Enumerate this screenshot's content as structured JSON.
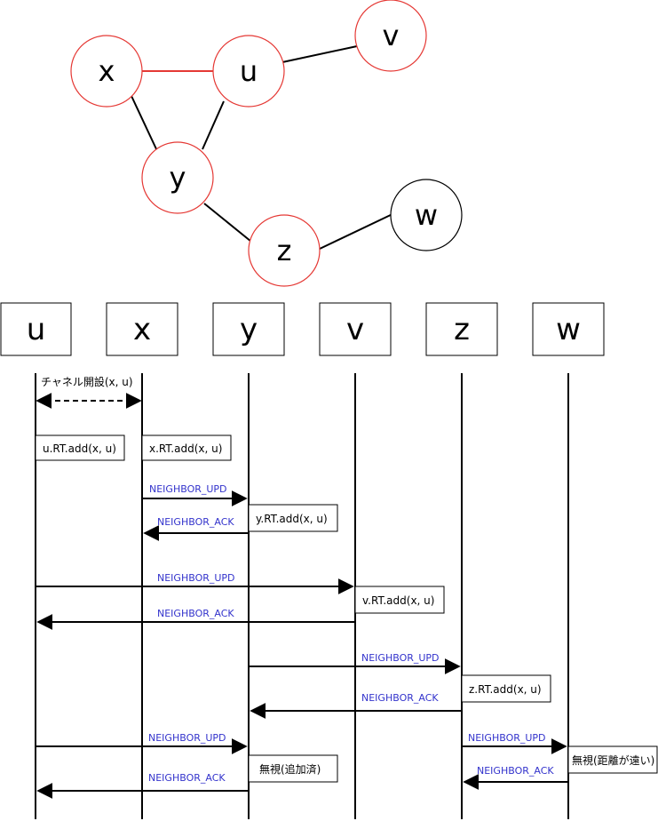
{
  "graph": {
    "nodes": [
      {
        "id": "x",
        "label": "x",
        "highlighted": true
      },
      {
        "id": "u",
        "label": "u",
        "highlighted": true
      },
      {
        "id": "v",
        "label": "v",
        "highlighted": true
      },
      {
        "id": "y",
        "label": "y",
        "highlighted": true
      },
      {
        "id": "z",
        "label": "z",
        "highlighted": true
      },
      {
        "id": "w",
        "label": "w",
        "highlighted": false
      }
    ],
    "edges": [
      {
        "from": "x",
        "to": "u",
        "new_channel": true
      },
      {
        "from": "u",
        "to": "v",
        "new_channel": false
      },
      {
        "from": "x",
        "to": "y",
        "new_channel": false
      },
      {
        "from": "u",
        "to": "y",
        "new_channel": false
      },
      {
        "from": "y",
        "to": "z",
        "new_channel": false
      },
      {
        "from": "z",
        "to": "w",
        "new_channel": false
      }
    ]
  },
  "lanes": [
    "u",
    "x",
    "y",
    "v",
    "z",
    "w"
  ],
  "channel_open": {
    "label": "チャネル開設(x, u)",
    "between": [
      "u",
      "x"
    ]
  },
  "notes": [
    {
      "lane": "u",
      "text": "u.RT.add(x, u)"
    },
    {
      "lane": "x",
      "text": "x.RT.add(x, u)"
    },
    {
      "lane": "y",
      "text": "y.RT.add(x, u)"
    },
    {
      "lane": "v",
      "text": "v.RT.add(x, u)"
    },
    {
      "lane": "z",
      "text": "z.RT.add(x, u)"
    },
    {
      "lane": "y",
      "text": "無視(追加済)"
    },
    {
      "lane": "w",
      "text": "無視(距離が遠い)"
    }
  ],
  "messages": [
    {
      "from": "x",
      "to": "y",
      "label": "NEIGHBOR_UPD"
    },
    {
      "from": "y",
      "to": "x",
      "label": "NEIGHBOR_ACK"
    },
    {
      "from": "u",
      "to": "v",
      "label": "NEIGHBOR_UPD"
    },
    {
      "from": "v",
      "to": "u",
      "label": "NEIGHBOR_ACK"
    },
    {
      "from": "y",
      "to": "z",
      "label": "NEIGHBOR_UPD"
    },
    {
      "from": "z",
      "to": "y",
      "label": "NEIGHBOR_ACK"
    },
    {
      "from": "u",
      "to": "y",
      "label": "NEIGHBOR_UPD"
    },
    {
      "from": "y",
      "to": "u",
      "label": "NEIGHBOR_ACK"
    },
    {
      "from": "z",
      "to": "w",
      "label": "NEIGHBOR_UPD"
    },
    {
      "from": "w",
      "to": "z",
      "label": "NEIGHBOR_ACK"
    }
  ],
  "colors": {
    "highlight": "#e53935",
    "new_channel": "#e53935",
    "message_label": "#3333cc",
    "line": "#000000"
  }
}
